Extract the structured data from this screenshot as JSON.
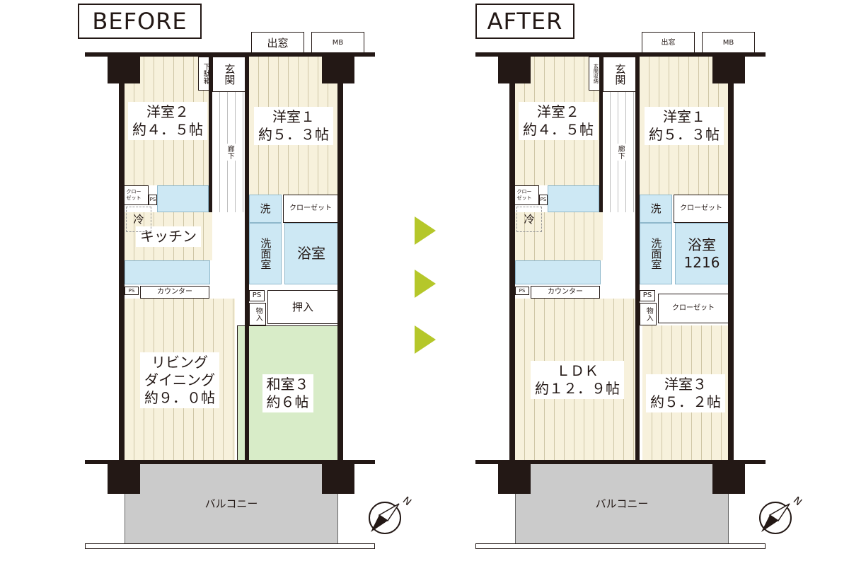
{
  "before": {
    "title": "BEFORE",
    "rooms": {
      "demado": "出窓",
      "mb": "MB",
      "getabako": "下駄箱",
      "genkan": "玄関",
      "western2": "洋室２\n約４．５帖",
      "western1": "洋室１\n約５．３帖",
      "corridor": "廊下",
      "closet_small": "クロー\nゼット",
      "ps1": "PS",
      "sentaku": "洗",
      "closet1": "クローゼット",
      "fridge": "冷",
      "kitchen": "キッチン",
      "senmen": "洗面室",
      "bath": "浴室",
      "ps2": "PS",
      "counter": "カウンター",
      "ps3": "PS",
      "monoire": "物入",
      "oshiire": "押入",
      "ldk": "リビング\nダイニング\n約９．０帖",
      "washitsu": "和室３\n約６帖",
      "balcony": "バルコニー"
    }
  },
  "after": {
    "title": "AFTER",
    "rooms": {
      "demado": "出窓",
      "mb": "MB",
      "getabako": "玄関収納",
      "genkan": "玄関",
      "western2": "洋室２\n約４．５帖",
      "western1": "洋室１\n約５．３帖",
      "corridor": "廊下",
      "closet_small": "クロー\nゼット",
      "ps1": "PS",
      "sentaku": "洗",
      "closet1": "クローゼット",
      "fridge": "冷",
      "senmen": "洗面室",
      "bath": "浴室\n1216",
      "ps2": "PS",
      "counter": "カウンター",
      "ps3": "PS",
      "monoire": "物入",
      "closet2": "クローゼット",
      "ldk": "ＬＤＫ\n約１２．９帖",
      "western3": "洋室３\n約５．２帖",
      "balcony": "バルコニー"
    }
  },
  "compass": {
    "label": "N"
  },
  "colors": {
    "arrow": "#b5c72a",
    "wall": "#231815",
    "wet_area": "#cde8f4",
    "tatami": "#d8ecc8",
    "balcony": "#cbcbcb"
  }
}
